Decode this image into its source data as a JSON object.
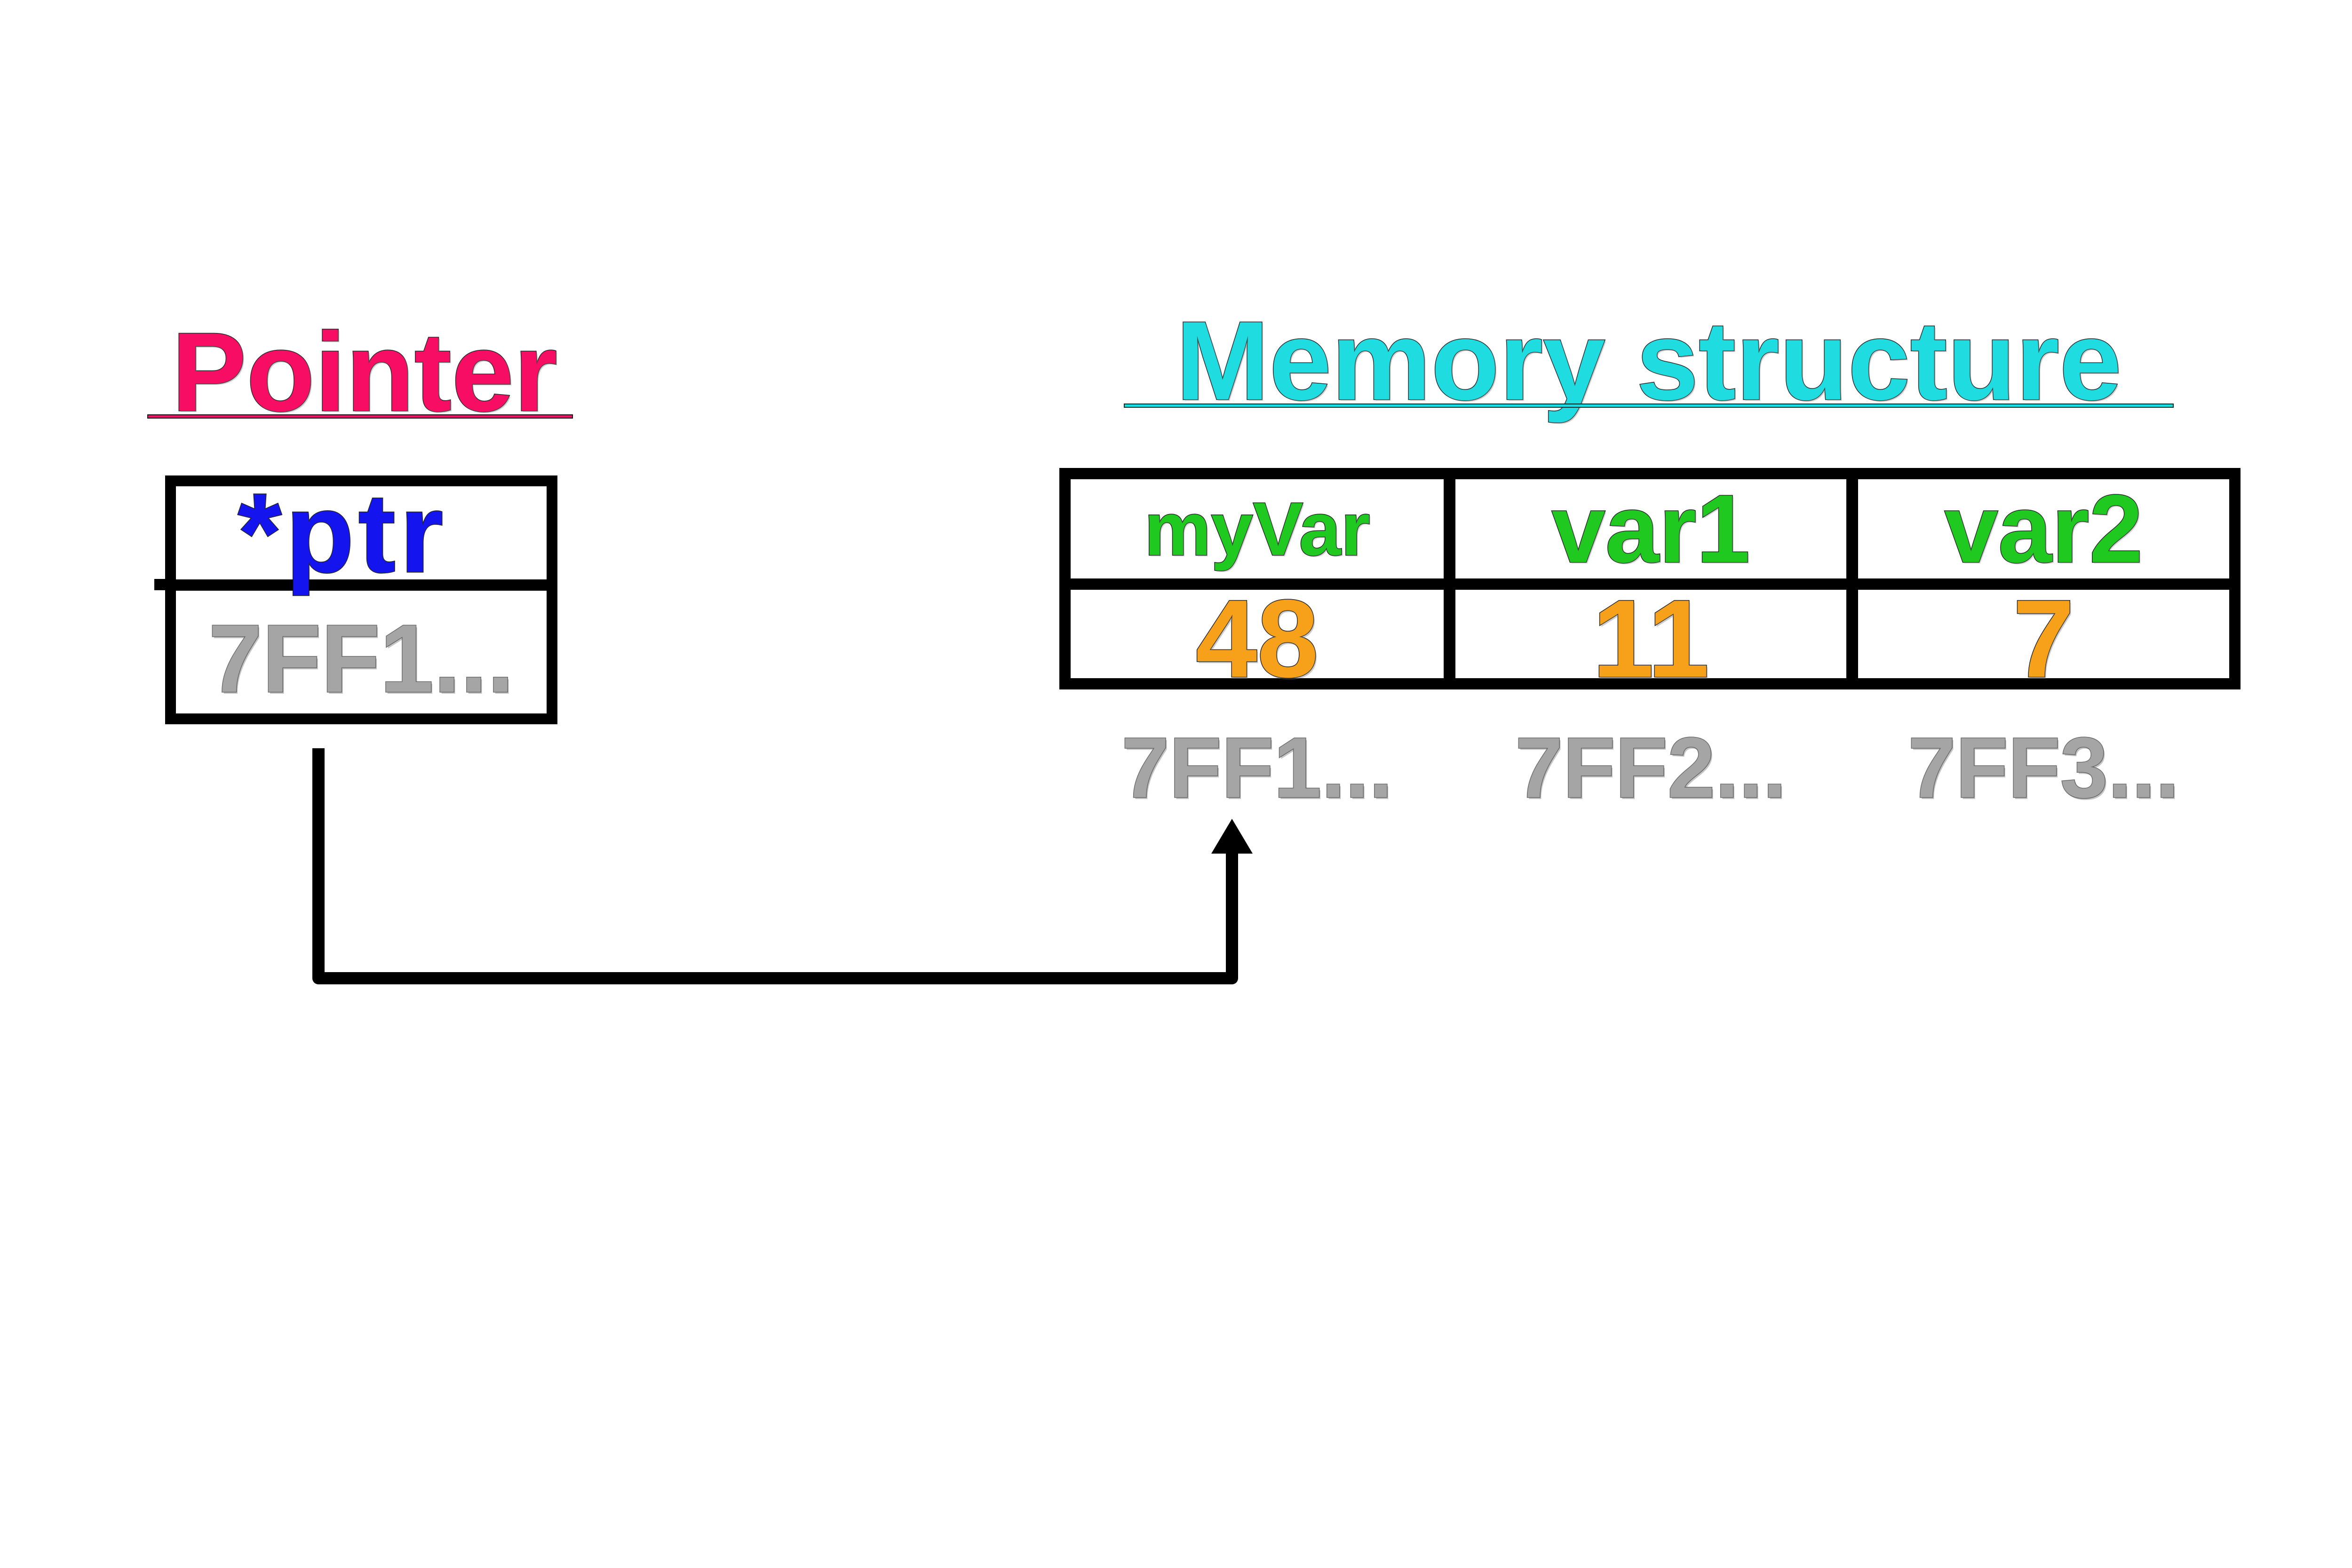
{
  "titles": {
    "pointer": "Pointer",
    "memory": "Memory structure"
  },
  "pointer_box": {
    "name": "*ptr",
    "address": "7FF1..."
  },
  "memory_table": {
    "columns": [
      {
        "name": "myVar",
        "value": "48",
        "address": "7FF1..."
      },
      {
        "name": "var1",
        "value": "11",
        "address": "7FF2..."
      },
      {
        "name": "var2",
        "value": "7",
        "address": "7FF3..."
      }
    ]
  },
  "colors": {
    "pink": "#F80D64",
    "cyan": "#1EDCE0",
    "green": "#1FC91F",
    "orange": "#F7A01A",
    "blue": "#1414EE",
    "gray": "#A5A5A5",
    "black": "#000000"
  }
}
